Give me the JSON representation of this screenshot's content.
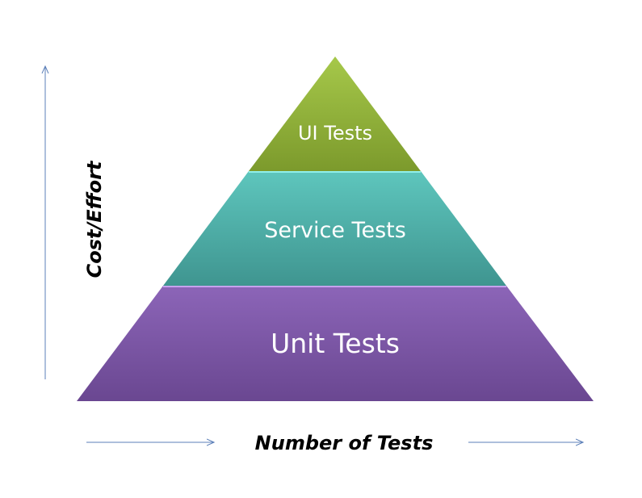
{
  "diagram": {
    "tiers": [
      {
        "label": "UI Tests",
        "color_top": "#a6c84a",
        "color_bottom": "#7c9a2c"
      },
      {
        "label": "Service Tests",
        "color_top": "#5ec6bd",
        "color_bottom": "#3f9590"
      },
      {
        "label": "Unit Tests",
        "color_top": "#8c65b8",
        "color_bottom": "#6a4791"
      }
    ],
    "y_axis_label": "Cost/Effort",
    "x_axis_label": "Number of Tests",
    "arrow_color": "#5b7fb8"
  }
}
